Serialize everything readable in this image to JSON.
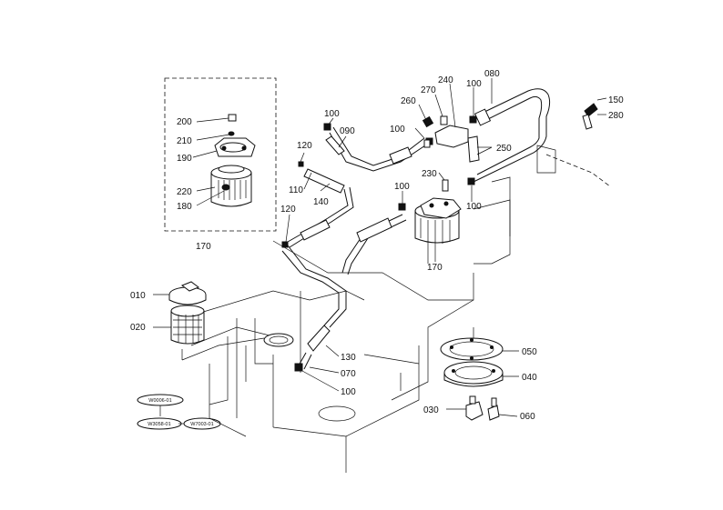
{
  "labels": {
    "p010": "010",
    "p020": "020",
    "p030": "030",
    "p040": "040",
    "p050": "050",
    "p060": "060",
    "p070": "070",
    "p080": "080",
    "p090": "090",
    "p100a": "100",
    "p100b": "100",
    "p100c": "100",
    "p100d": "100",
    "p100e": "100",
    "p100f": "100",
    "p110": "110",
    "p120a": "120",
    "p120b": "120",
    "p130": "130",
    "p140": "140",
    "p150": "150",
    "p170a": "170",
    "p170b": "170",
    "p180": "180",
    "p190": "190",
    "p200": "200",
    "p210": "210",
    "p220": "220",
    "p230": "230",
    "p240": "240",
    "p250": "250",
    "p260": "260",
    "p270": "270",
    "p280": "280"
  },
  "stamps": {
    "s1": "W0006-01",
    "s2": "W3058-01",
    "s3": "W7003-01"
  }
}
